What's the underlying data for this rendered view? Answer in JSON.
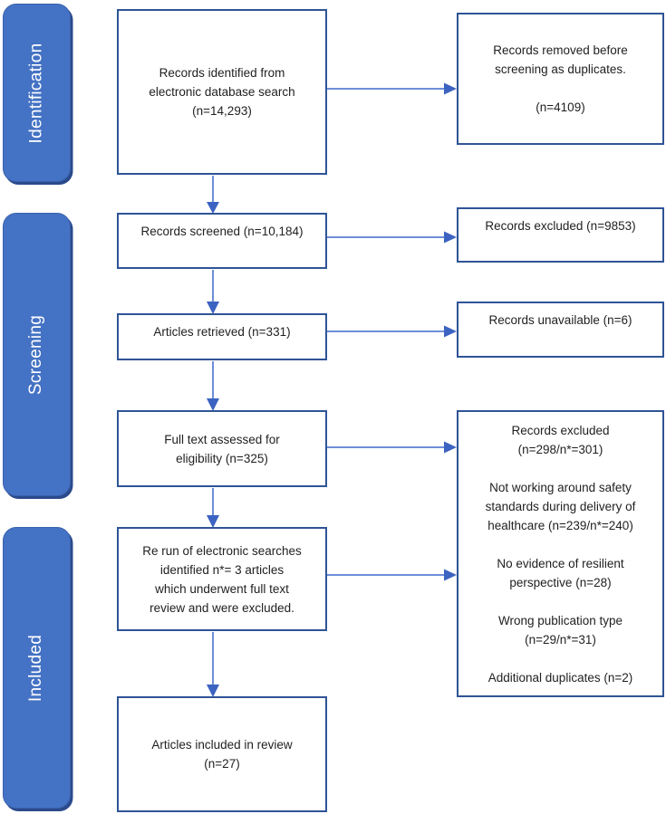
{
  "colors": {
    "background": "#ffffff",
    "sidebar_fill": "#4472C4",
    "sidebar_edge": "#3a62ad",
    "sidebar_shadow": "#2B4A8C",
    "sidebar_text": "#ffffff",
    "box_border": "#2F5496",
    "box_text": "#1f1f1f",
    "arrow_shaft": "#6E8ED9",
    "arrow_head": "#3C63C1"
  },
  "stages": [
    {
      "label": "Identification"
    },
    {
      "label": "Screening"
    },
    {
      "label": "Included"
    }
  ],
  "flow": {
    "identified": "Records identified from\nelectronic database search\n(n=14,293)",
    "removed_duplicates": "Records removed before\nscreening as duplicates.\n\n(n=4109)",
    "screened": "Records screened (n=10,184)",
    "excluded_screening": "Records excluded (n=9853)",
    "retrieved": "Articles retrieved (n=331)",
    "unavailable": "Records unavailable (n=6)",
    "fulltext": "Full text assessed for\neligibility (n=325)",
    "excluded_fulltext": "Records excluded\n(n=298/n*=301)\n\nNot working around safety\nstandards during delivery of\nhealthcare (n=239/n*=240)\n\nNo evidence of resilient\nperspective (n=28)\n\nWrong publication type\n(n=29/n*=31)\n\nAdditional duplicates (n=2)",
    "rerun": "Re run of electronic searches\nidentified n*= 3 articles\nwhich underwent full text\nreview and were excluded.",
    "included": "Articles included in review\n(n=27)"
  }
}
